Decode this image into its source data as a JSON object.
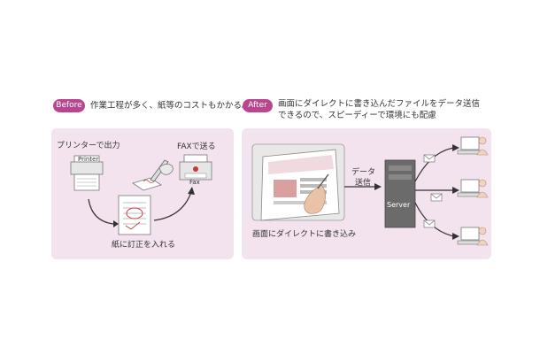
{
  "before": {
    "badge": "Before",
    "caption": "作業工程が多く、紙等のコストもかかる。",
    "printer_output_label": "プリンターで出力",
    "printer_device_label": "Printer",
    "fax_send_label": "FAXで送る",
    "fax_device_label": "Fax",
    "paper_correct_label": "紙に訂正を入れる"
  },
  "after": {
    "badge": "After",
    "caption_line1": "画面にダイレクトに書き込んだファイルをデータ送信",
    "caption_line2": "できるので、スピーディーで環境にも配慮",
    "screen_write_label": "画面にダイレクトに書き込み",
    "data_send_line1": "データ",
    "data_send_line2": "送信",
    "server_label": "Server"
  },
  "colors": {
    "badge": "#b9468e",
    "panel": "#f3e3ee",
    "text": "#333333"
  }
}
